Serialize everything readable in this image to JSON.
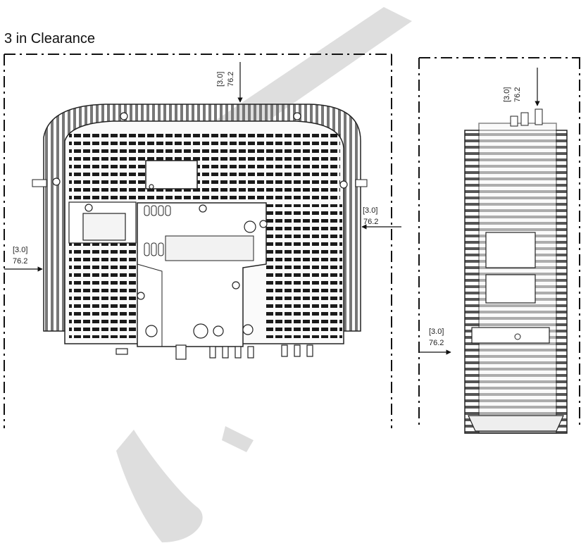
{
  "title": "3 in Clearance",
  "dimensions": {
    "top_left": {
      "inch": "[3.0]",
      "mm": "76.2"
    },
    "right_of_front": {
      "inch": "[3.0]",
      "mm": "76.2"
    },
    "left_of_front": {
      "inch": "[3.0]",
      "mm": "76.2"
    },
    "top_side": {
      "inch": "[3.0]",
      "mm": "76.2"
    },
    "left_of_side": {
      "inch": "[3.0]",
      "mm": "76.2"
    }
  },
  "watermark_color": "#d8d8d8"
}
